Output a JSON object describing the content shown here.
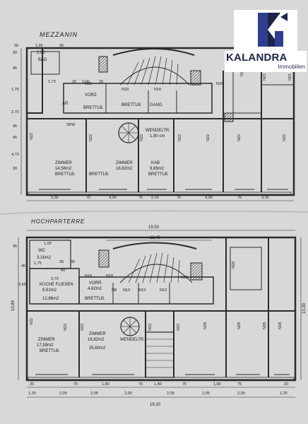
{
  "brand": {
    "name": "KALANDRA",
    "sub": "Immobilien",
    "colors": {
      "navy": "#1e2448",
      "blue": "#2f3f8f",
      "white": "#ffffff"
    }
  },
  "colors": {
    "paper": "#d8d8d6",
    "ink": "#1a1a1a",
    "wall": "#2b2b2b"
  },
  "mezzanin": {
    "title": "MEZZANIN",
    "rooms": [
      {
        "name": "BAD",
        "dim": "1,95"
      },
      {
        "name": "AR"
      },
      {
        "name": "VORZ."
      },
      {
        "name": "BRETTLB."
      },
      {
        "name": "GANG"
      },
      {
        "name": "BRETTLB."
      },
      {
        "name": "ZIMMER",
        "area": "14,58m2",
        "floor": "BRETTLB."
      },
      {
        "name": "ZIMMER",
        "area": "18,82m2",
        "floor": "BRETTLB."
      },
      {
        "name": "KAB",
        "area": "9,89m2",
        "floor": "BRETTLB."
      }
    ],
    "stair": {
      "label": "WENDELTR.",
      "dim": "1,80 cm"
    },
    "dims_bottom": [
      "3,35",
      "75",
      "4,00",
      "75",
      "2,10",
      "75",
      "4,00",
      "75",
      "3,35"
    ],
    "dims_left": [
      "30",
      "45",
      "1,75",
      "2,70",
      "45",
      "45",
      "30",
      "4,70"
    ],
    "dims_top": [
      "1,95",
      "30",
      "1,73",
      "15",
      "2,00",
      "15",
      "30"
    ],
    "notes": [
      "N16",
      "N18",
      "N16",
      "N20",
      "SPM",
      "N22",
      "N22",
      "N22",
      "N22",
      "N22",
      "N22",
      "N22",
      "N21",
      "N21",
      "N18"
    ]
  },
  "hochparterre": {
    "title": "HOCHPARTERRE",
    "overall": {
      "width": "19,53",
      "inner": "12,45",
      "bottom": "19,20",
      "height_left": "10,84",
      "height_right": "10,30"
    },
    "rooms": [
      {
        "name": "WC",
        "area": "3,16m2"
      },
      {
        "name": "KÜCHE FLIESEN",
        "area": "8,61m2"
      },
      {
        "area": "12,86m2"
      },
      {
        "name": "VORR.",
        "area": "4,62m2"
      },
      {
        "name": "BRETTLB."
      },
      {
        "name": "ZIMMER",
        "area": "17,59m2",
        "floor": "BRETTLB."
      },
      {
        "name": "ZIMMER",
        "area": "18,82m2",
        "extra": "35,60m2"
      }
    ],
    "stair": {
      "label": "WENDELTR."
    },
    "dims_bottom": [
      "1,25",
      "2,09",
      "2,09",
      "2,09",
      "2,09",
      "2,09",
      "2,09",
      "1,25"
    ],
    "dims_inner_bottom": [
      "20",
      "75",
      "1,80",
      "75",
      "1,80",
      "75",
      "1,80",
      "75",
      "20"
    ],
    "notes": [
      "N16",
      "N13",
      "N13",
      "N28",
      "N28",
      "N28",
      "N28",
      "N20",
      "N22",
      "N22",
      "N22",
      "N22",
      "N22",
      "N18",
      "N18",
      "N13",
      "N8"
    ],
    "misc": [
      "45",
      "1,00",
      "45",
      "3,73",
      "40",
      "2,63",
      "30",
      "1,75",
      "30"
    ]
  }
}
